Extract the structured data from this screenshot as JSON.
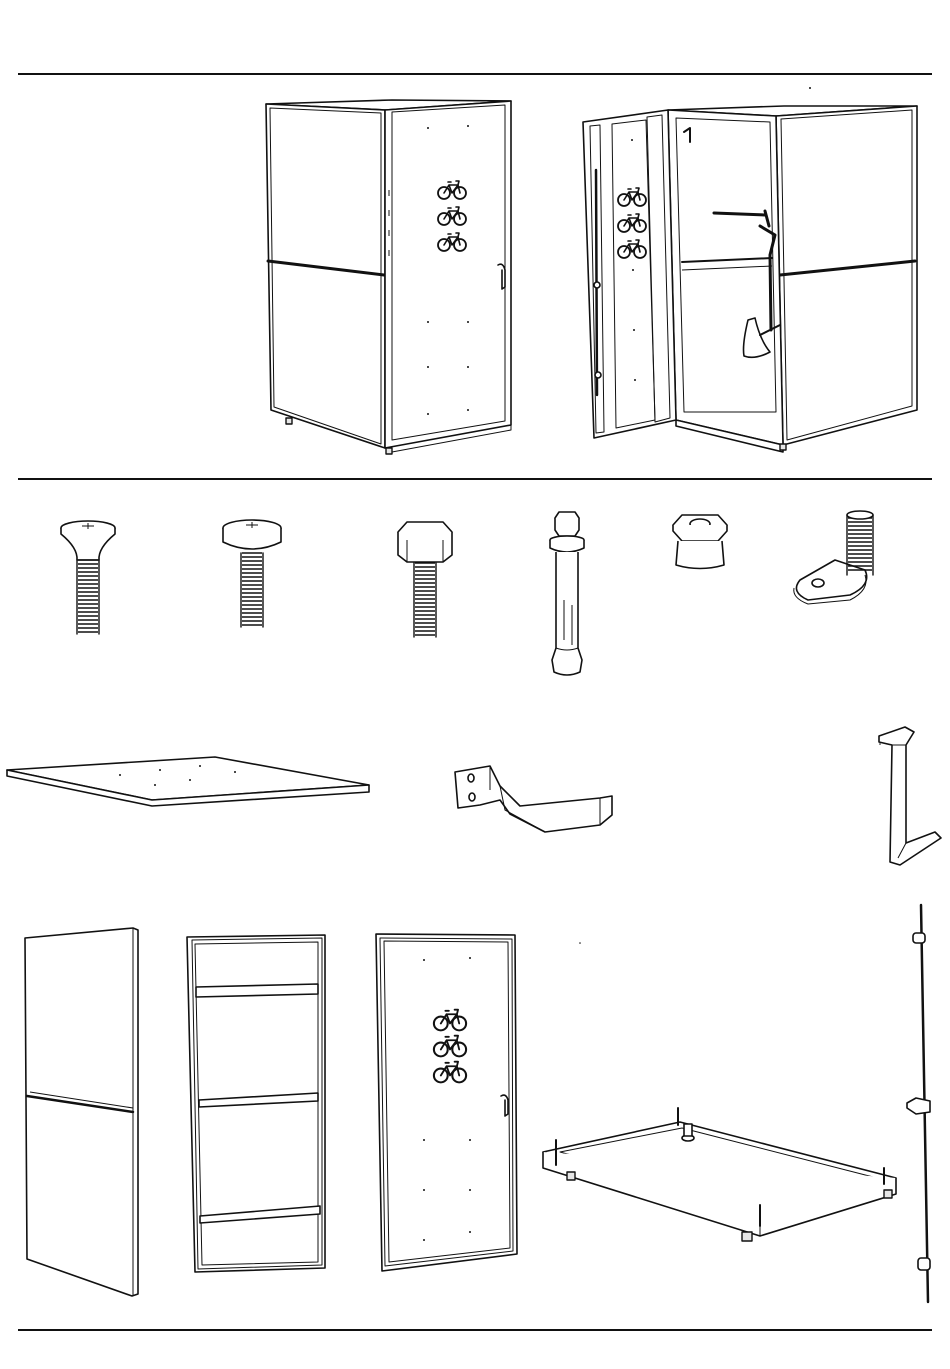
{
  "sheet": {
    "background": "#ffffff",
    "line_color": "#111111"
  },
  "views": [
    {
      "name": "closed-cabinet",
      "door_symbol": "bicycle-icon",
      "symbol_count": 3
    },
    {
      "name": "open-cabinet",
      "door_symbol": "bicycle-icon",
      "symbol_count": 3
    }
  ],
  "parts": [
    {
      "name": "countersunk-screw"
    },
    {
      "name": "pan-head-screw"
    },
    {
      "name": "hex-bolt"
    },
    {
      "name": "expansion-anchor"
    },
    {
      "name": "cap-nut"
    },
    {
      "name": "threaded-foot"
    },
    {
      "name": "roof-panel"
    },
    {
      "name": "handlebar-holder"
    },
    {
      "name": "wall-hook"
    },
    {
      "name": "side-panel"
    },
    {
      "name": "door-frame"
    },
    {
      "name": "door-panel",
      "door_symbol": "bicycle-icon",
      "symbol_count": 3
    },
    {
      "name": "base-frame"
    },
    {
      "name": "locking-rod"
    }
  ]
}
